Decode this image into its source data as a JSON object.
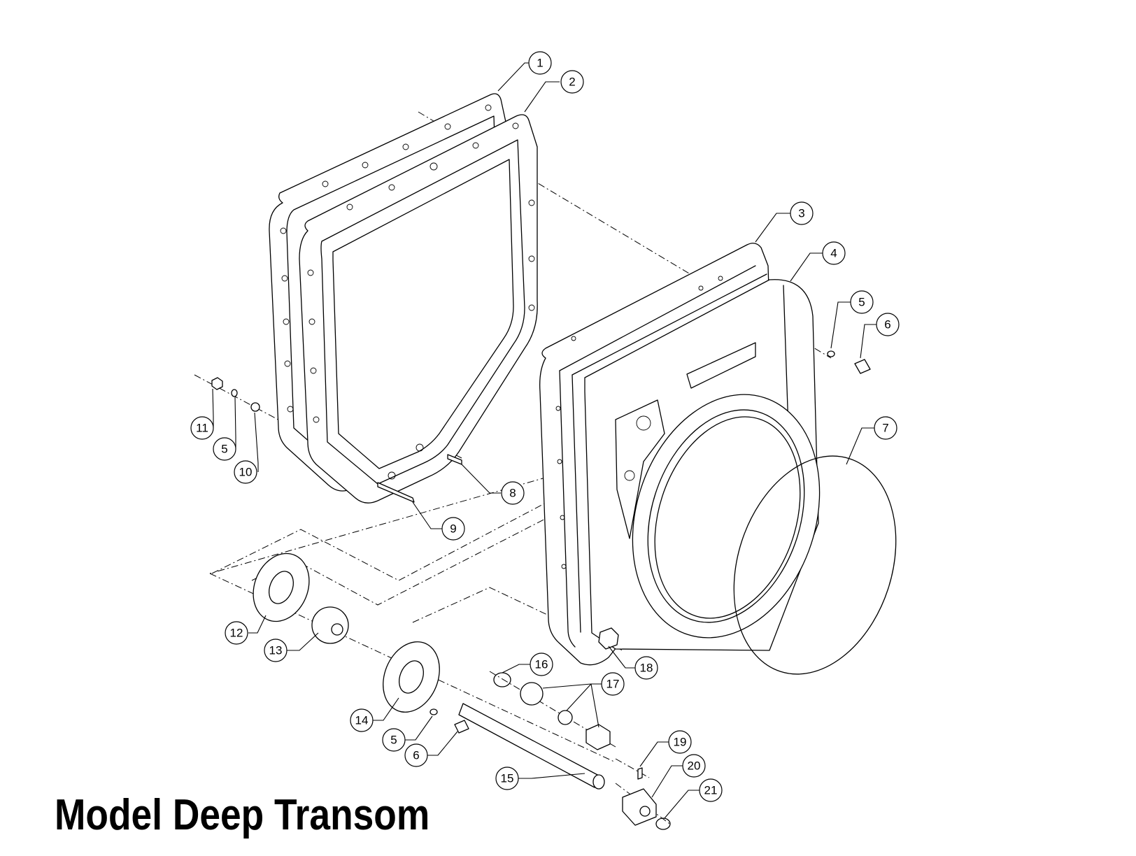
{
  "title": "Model Deep Transom",
  "callouts": [
    {
      "id": "c1",
      "label": "1"
    },
    {
      "id": "c2",
      "label": "2"
    },
    {
      "id": "c3",
      "label": "3"
    },
    {
      "id": "c4",
      "label": "4"
    },
    {
      "id": "c5a",
      "label": "5"
    },
    {
      "id": "c6a",
      "label": "6"
    },
    {
      "id": "c7",
      "label": "7"
    },
    {
      "id": "c8",
      "label": "8"
    },
    {
      "id": "c9",
      "label": "9"
    },
    {
      "id": "c10",
      "label": "10"
    },
    {
      "id": "c11",
      "label": "11"
    },
    {
      "id": "c5b",
      "label": "5"
    },
    {
      "id": "c12",
      "label": "12"
    },
    {
      "id": "c13",
      "label": "13"
    },
    {
      "id": "c14",
      "label": "14"
    },
    {
      "id": "c5c",
      "label": "5"
    },
    {
      "id": "c6b",
      "label": "6"
    },
    {
      "id": "c15",
      "label": "15"
    },
    {
      "id": "c16",
      "label": "16"
    },
    {
      "id": "c17",
      "label": "17"
    },
    {
      "id": "c18",
      "label": "18"
    },
    {
      "id": "c19",
      "label": "19"
    },
    {
      "id": "c20",
      "label": "20"
    },
    {
      "id": "c21",
      "label": "21"
    }
  ]
}
